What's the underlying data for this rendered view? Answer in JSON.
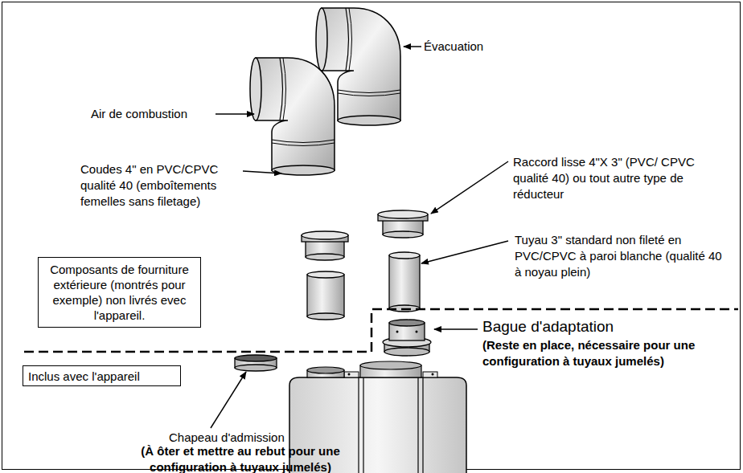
{
  "diagram": {
    "nodes": [
      {
        "text": [
          "Composants de fourniture extérieure (montrés pour exemple) non livrés evec l'appareil."
        ]
      },
      {
        "text": [
          "Inclus avec l'appareil"
        ]
      }
    ],
    "labels": [
      "Évacuation",
      "Air de combustion",
      "Raccord lisse 4\"X 3\" (PVC/ CPVC qualité 40) ou tout autre type de réducteur",
      "Coudes 4\" en PVC/CPVC qualité 40 (emboîtements femelles sans filetage)",
      "Tuyau 3\" standard non fileté en PVC/CPVC à paroi blanche (qualité 40 à noyau plein)",
      "Bague d'adaptation",
      "(Reste en place, nécessaire pour une configuration à tuyaux jumelés)",
      "Chapeau d'admission",
      "(À ôter et mettre au rebut pour une configuration à tuyaux jumelés)"
    ]
  }
}
